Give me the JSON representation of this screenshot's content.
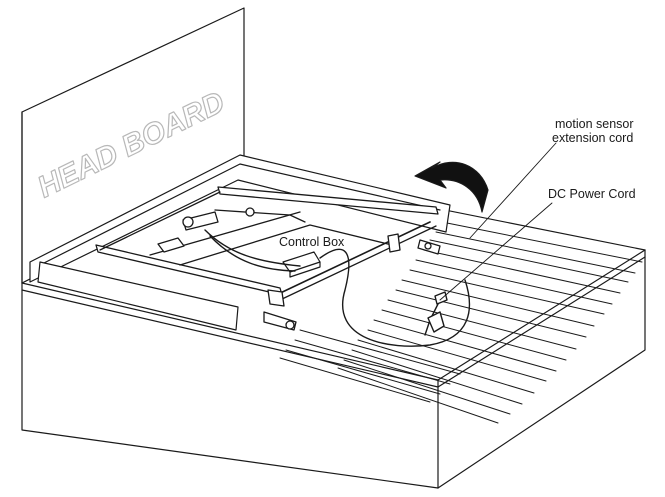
{
  "diagram": {
    "headboard_text": "HEAD BOARD",
    "labels": {
      "motion_sensor_line1": "motion sensor",
      "motion_sensor_line2": "extension cord",
      "dc_power_cord": "DC Power Cord",
      "control_box": "Control Box"
    },
    "colors": {
      "line": "#1a1a1a",
      "headboard_text_outline": "#b8b8b8",
      "background": "#ffffff"
    }
  }
}
